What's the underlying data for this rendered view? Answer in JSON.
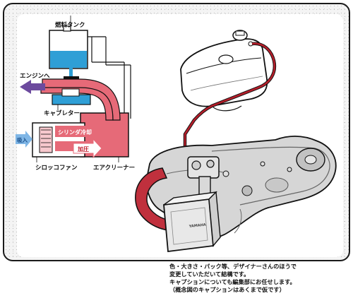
{
  "labels": {
    "fuel_tank": "燃料タンク",
    "to_engine": "エンジンへ",
    "carburetor": "キャブレター",
    "cylinder_cooling": "シリンダ冷却",
    "intake": "吸入",
    "pressurize": "加圧",
    "sirocco_fan": "シロッコファン",
    "air_cleaner": "エアクリーナー",
    "brand_mark": "YAMAHA"
  },
  "caption": [
    "色・大きさ・パック等、デザイナーさんのほうで",
    "変更していただいて結構です。",
    "キャプションについても編集部にお任せします。",
    "（概念図のキャプションはあくまで仮です）"
  ],
  "colors": {
    "fuel_blue": "#2f9fd6",
    "air_red": "#e66a78",
    "fuel_line_red": "#b51e2a",
    "arrow_purple": "#6c4a9e",
    "intake_blue": "#7fb6e6"
  }
}
